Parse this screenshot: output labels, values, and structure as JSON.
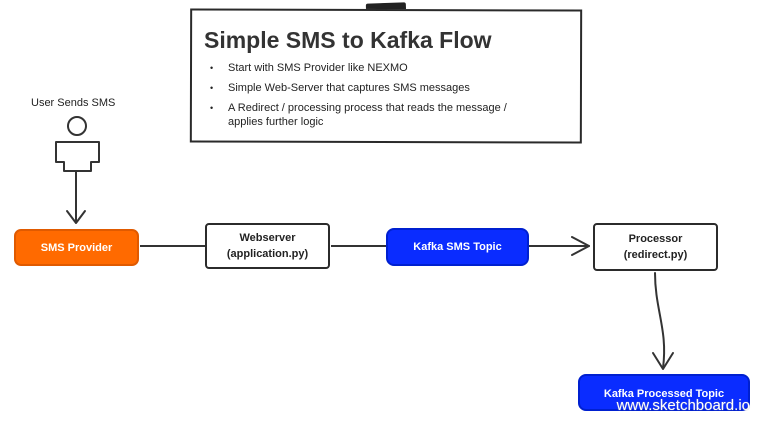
{
  "note": {
    "title": "Simple SMS to Kafka Flow",
    "bullets": [
      "Start with SMS Provider like NEXMO",
      "Simple Web-Server that captures SMS messages",
      "A Redirect / processing process that reads the message /\n applies further logic"
    ]
  },
  "user": {
    "label": "User Sends SMS"
  },
  "nodes": {
    "sms_provider": {
      "label": "SMS Provider",
      "color": "#ff6a00"
    },
    "webserver": {
      "line1": "Webserver",
      "line2": "(application.py)"
    },
    "kafka_sms_topic": {
      "label": "Kafka SMS Topic",
      "color": "#0a2cff"
    },
    "processor": {
      "line1": "Processor",
      "line2": "(redirect.py)"
    },
    "kafka_processed_topic": {
      "label": "Kafka Processed Topic",
      "color": "#0a2cff"
    }
  },
  "watermark": "www.sketchboard.io",
  "icons": [
    "user-icon",
    "arrow-down-icon",
    "arrow-right-icon"
  ]
}
